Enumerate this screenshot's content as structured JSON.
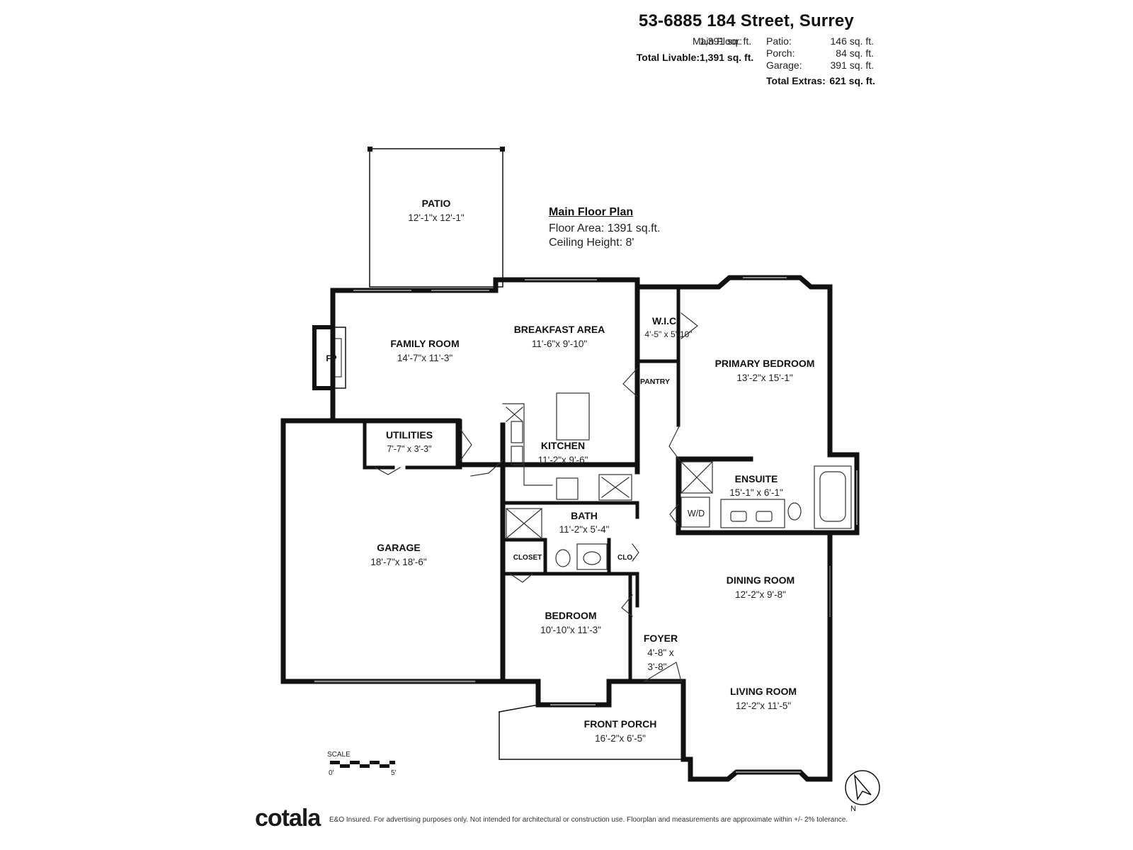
{
  "header": {
    "address": "53-6885 184 Street, Surrey",
    "main_floor_label": "Main Floor:",
    "main_floor_value": "1,391 sq. ft.",
    "total_livable_label": "Total Livable:",
    "total_livable_value": "1,391 sq. ft.",
    "patio_label": "Patio:",
    "patio_value": "146 sq. ft.",
    "porch_label": "Porch:",
    "porch_value": "84 sq. ft.",
    "garage_label": "Garage:",
    "garage_value": "391 sq. ft.",
    "total_extras_label": "Total Extras:",
    "total_extras_value": "621 sq. ft."
  },
  "plan_info": {
    "title": "Main Floor Plan",
    "floor_area": "Floor Area: 1391 sq.ft.",
    "ceiling_height": "Ceiling Height: 8'"
  },
  "rooms": {
    "patio": {
      "name": "PATIO",
      "dims": "12'-1\"x 12'-1\""
    },
    "family_room": {
      "name": "FAMILY ROOM",
      "dims": "14'-7\"x 11'-3\""
    },
    "breakfast_area": {
      "name": "BREAKFAST AREA",
      "dims": "11'-6\"x 9'-10\""
    },
    "wic": {
      "name": "W.I.C.",
      "dims": "4'-5\" x 5'-10\""
    },
    "pantry": {
      "name": "PANTRY"
    },
    "primary_bedroom": {
      "name": "PRIMARY BEDROOM",
      "dims": "13'-2\"x 15'-1\""
    },
    "fireplace": {
      "name": "FP"
    },
    "utilities": {
      "name": "UTILITIES",
      "dims": "7'-7\" x 3'-3\""
    },
    "kitchen": {
      "name": "KITCHEN",
      "dims": "11'-2\"x 9'-6\""
    },
    "ensuite": {
      "name": "ENSUITE",
      "dims": "15'-1\" x 6'-1\""
    },
    "wd": {
      "name": "W/D"
    },
    "garage": {
      "name": "GARAGE",
      "dims": "18'-7\"x 18'-6\""
    },
    "bath": {
      "name": "BATH",
      "dims": "11'-2\"x 5'-4\""
    },
    "closet": {
      "name": "CLOSET"
    },
    "clo": {
      "name": "CLO."
    },
    "dining_room": {
      "name": "DINING ROOM",
      "dims": "12'-2\"x 9'-8\""
    },
    "bedroom": {
      "name": "BEDROOM",
      "dims": "10'-10\"x 11'-3\""
    },
    "foyer": {
      "name": "FOYER",
      "dims_line1": "4'-8\" x",
      "dims_line2": "3'-8\""
    },
    "living_room": {
      "name": "LIVING ROOM",
      "dims": "12'-2\"x 11'-5\""
    },
    "front_porch": {
      "name": "FRONT PORCH",
      "dims": "16'-2\"x 6'-5\""
    }
  },
  "scale": {
    "label": "SCALE",
    "start": "0'",
    "end": "5'"
  },
  "compass": {
    "label": "N"
  },
  "footer": {
    "brand": "cotala",
    "disclaimer": "E&O Insured. For advertising purposes only. Not intended for architectural or construction use. Floorplan and measurements are approximate within +/- 2% tolerance."
  }
}
